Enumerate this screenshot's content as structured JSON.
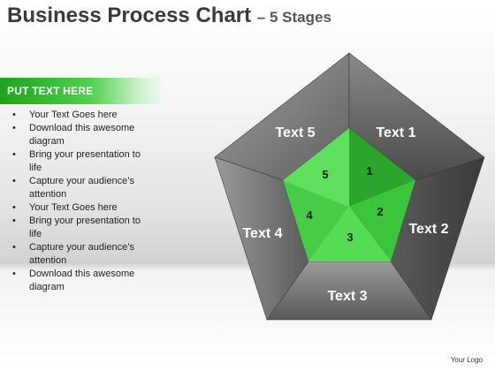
{
  "title": {
    "main": "Business Process Chart",
    "sub": "– 5 Stages"
  },
  "panel": {
    "heading": "PUT TEXT HERE",
    "bullets": [
      "Your Text Goes here",
      "Download this awesome diagram",
      "Bring your presentation to life",
      "Capture your audience’s attention",
      "Your Text Goes here",
      "Bring your presentation to life",
      "Capture your audience’s attention",
      "Download this awesome diagram"
    ]
  },
  "stages": [
    {
      "number": "1",
      "label": "Text 1"
    },
    {
      "number": "2",
      "label": "Text 2"
    },
    {
      "number": "3",
      "label": "Text 3"
    },
    {
      "number": "4",
      "label": "Text 4"
    },
    {
      "number": "5",
      "label": "Text 5"
    }
  ],
  "colors": {
    "accent_green": "#3dd63d",
    "dark_green": "#1f9a1f",
    "outer_gray": "#6e6e6e"
  },
  "footer": {
    "logo": "Your Logo"
  }
}
